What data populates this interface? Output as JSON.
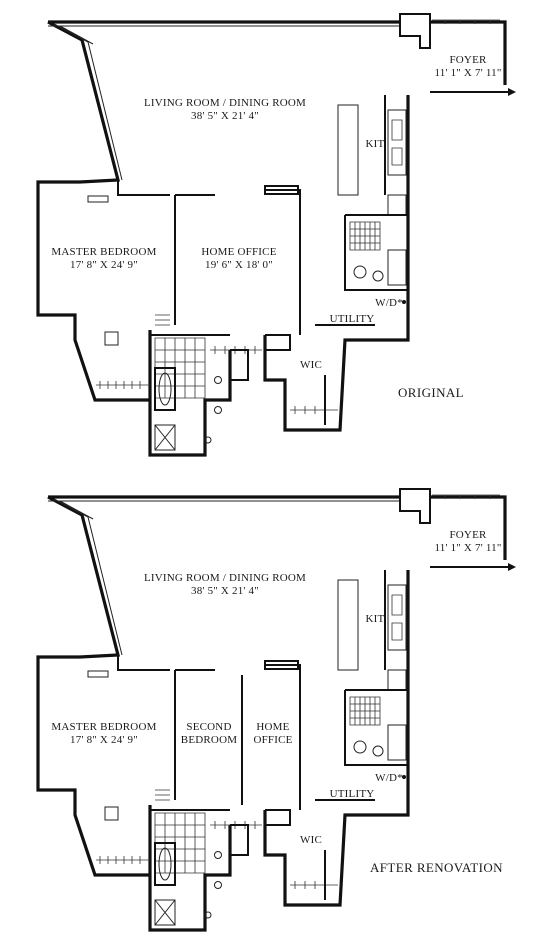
{
  "plans": [
    {
      "caption": "ORIGINAL",
      "rooms": {
        "living": {
          "name": "LIVING ROOM / DINING ROOM",
          "size": "38' 5\" X 21' 4\""
        },
        "foyer": {
          "name": "FOYER",
          "size": "11' 1\" X 7' 11\""
        },
        "kit": {
          "name": "KIT"
        },
        "master": {
          "name": "MASTER BEDROOM",
          "size": "17' 8\" X 24' 9\""
        },
        "office": {
          "name": "HOME OFFICE",
          "size": "19' 6\" X 18' 0\""
        },
        "wd": {
          "name": "W/D*"
        },
        "utility": {
          "name": "UTILITY"
        },
        "wic": {
          "name": "WIC"
        }
      }
    },
    {
      "caption": "AFTER RENOVATION",
      "rooms": {
        "living": {
          "name": "LIVING ROOM / DINING ROOM",
          "size": "38' 5\" X 21' 4\""
        },
        "foyer": {
          "name": "FOYER",
          "size": "11' 1\" X 7' 11\""
        },
        "kit": {
          "name": "KIT"
        },
        "master": {
          "name": "MASTER BEDROOM",
          "size": "17' 8\" X 24' 9\""
        },
        "second": {
          "line1": "SECOND",
          "line2": "BEDROOM"
        },
        "office": {
          "line1": "HOME",
          "line2": "OFFICE"
        },
        "wd": {
          "name": "W/D*"
        },
        "utility": {
          "name": "UTILITY"
        },
        "wic": {
          "name": "WIC"
        }
      }
    }
  ]
}
